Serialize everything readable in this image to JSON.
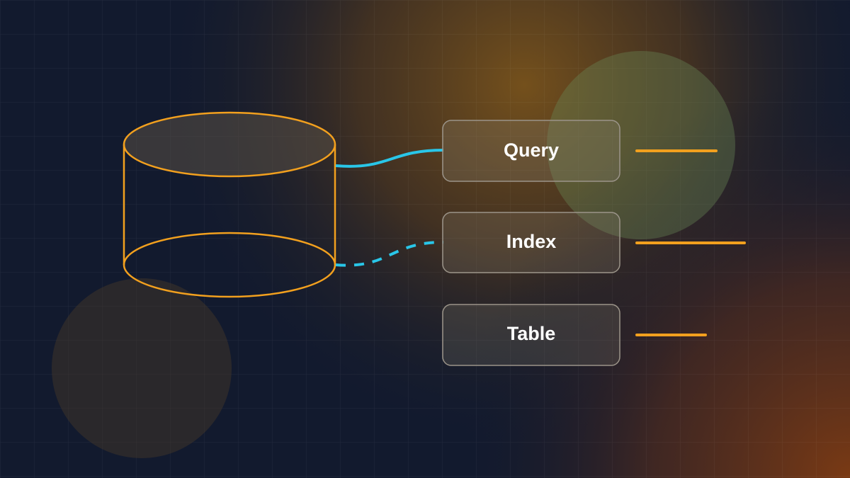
{
  "diagram": {
    "nodes": [
      {
        "id": "query",
        "label": "Query"
      },
      {
        "id": "index",
        "label": "Index"
      },
      {
        "id": "table",
        "label": "Table"
      }
    ],
    "connections": [
      {
        "from": "database",
        "to": "query",
        "style": "solid"
      },
      {
        "from": "database",
        "to": "index",
        "style": "dashed"
      }
    ]
  },
  "colors": {
    "background": "#121a2e",
    "warm_glow": "#6e4a1c",
    "accent_orange": "#f2a01e",
    "accent_cyan": "#29c6e8",
    "box_stroke": "#9b9489",
    "grid_line": "#ffffff"
  },
  "icons": {
    "database": "database-cylinder-icon"
  }
}
